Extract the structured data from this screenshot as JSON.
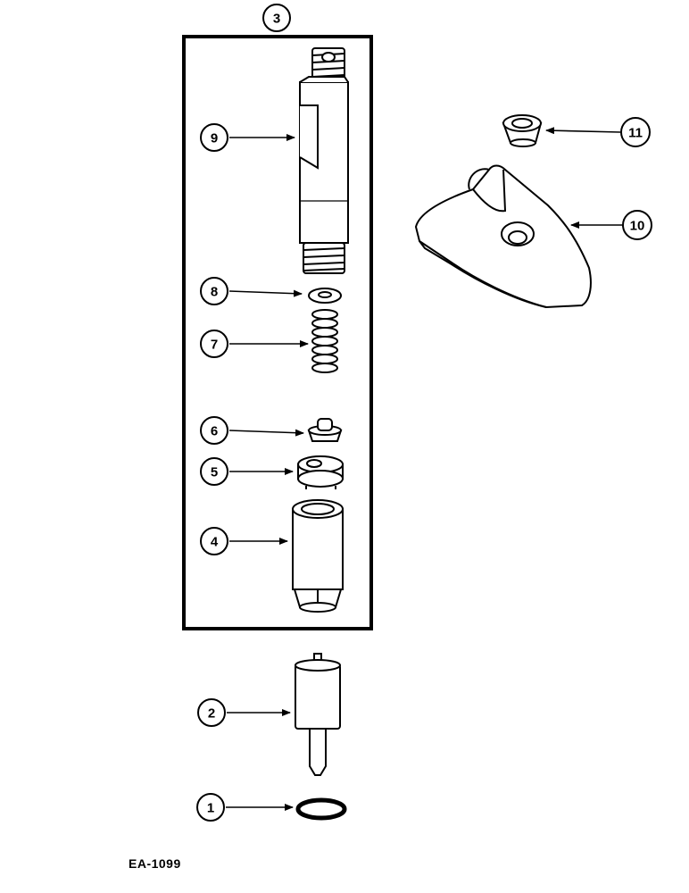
{
  "figure": {
    "code": "EA-1099",
    "callouts": [
      {
        "id": "1",
        "label": "1"
      },
      {
        "id": "2",
        "label": "2"
      },
      {
        "id": "3",
        "label": "3"
      },
      {
        "id": "4",
        "label": "4"
      },
      {
        "id": "5",
        "label": "5"
      },
      {
        "id": "6",
        "label": "6"
      },
      {
        "id": "7",
        "label": "7"
      },
      {
        "id": "8",
        "label": "8"
      },
      {
        "id": "9",
        "label": "9"
      },
      {
        "id": "10",
        "label": "10"
      },
      {
        "id": "11",
        "label": "11"
      }
    ]
  }
}
